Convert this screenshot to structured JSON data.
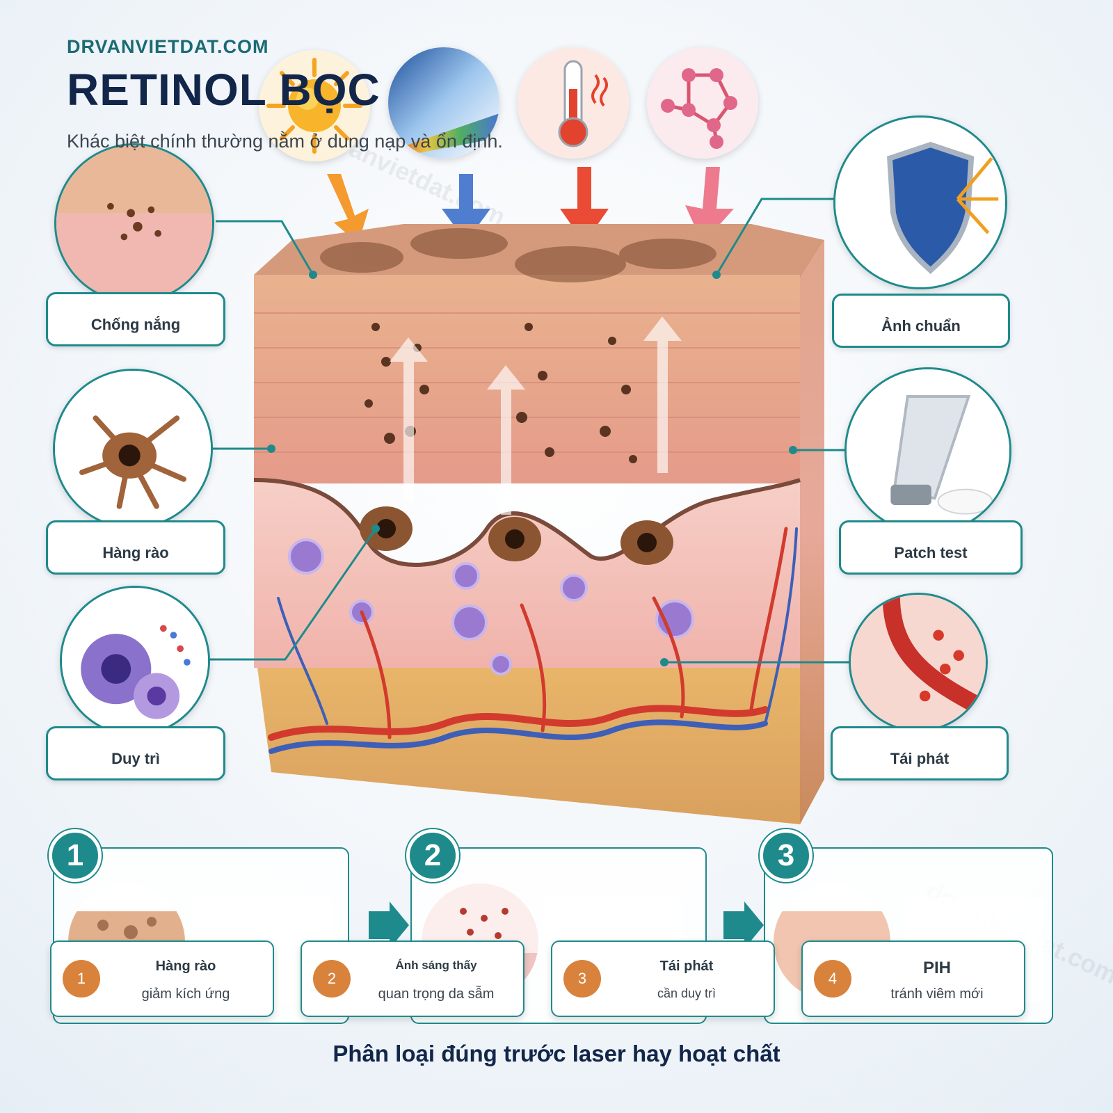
{
  "header": {
    "brand": "DRVANVIETDAT.COM",
    "title": "RETINOL BỌC",
    "subtitle": "Khác biệt chính thường nằm ở dung nạp và ổn định."
  },
  "left_labels": [
    "Chống nắng",
    "Hàng rào",
    "Duy trì"
  ],
  "right_labels": [
    "Ảnh chuẩn",
    "Patch test",
    "Tái phát"
  ],
  "steps": [
    {
      "number": "1"
    },
    {
      "number": "2"
    },
    {
      "number": "3"
    }
  ],
  "cards": [
    {
      "badge": "1",
      "title": "Hàng rào",
      "subtitle": "giảm kích ứng"
    },
    {
      "badge": "2",
      "title": "Ánh sáng thấy",
      "subtitle": "quan trọng da sẫm"
    },
    {
      "badge": "3",
      "title": "Tái phát",
      "subtitle": "cần duy trì"
    },
    {
      "badge": "4",
      "title": "PIH",
      "subtitle": "tránh viêm mới"
    }
  ],
  "footer": "Phân loại đúng trước laser hay hoạt chất",
  "watermark": "drvanvietdat.com",
  "colors": {
    "accent": "#1f8a8c",
    "title": "#12264a",
    "badge": "#d9823b"
  }
}
